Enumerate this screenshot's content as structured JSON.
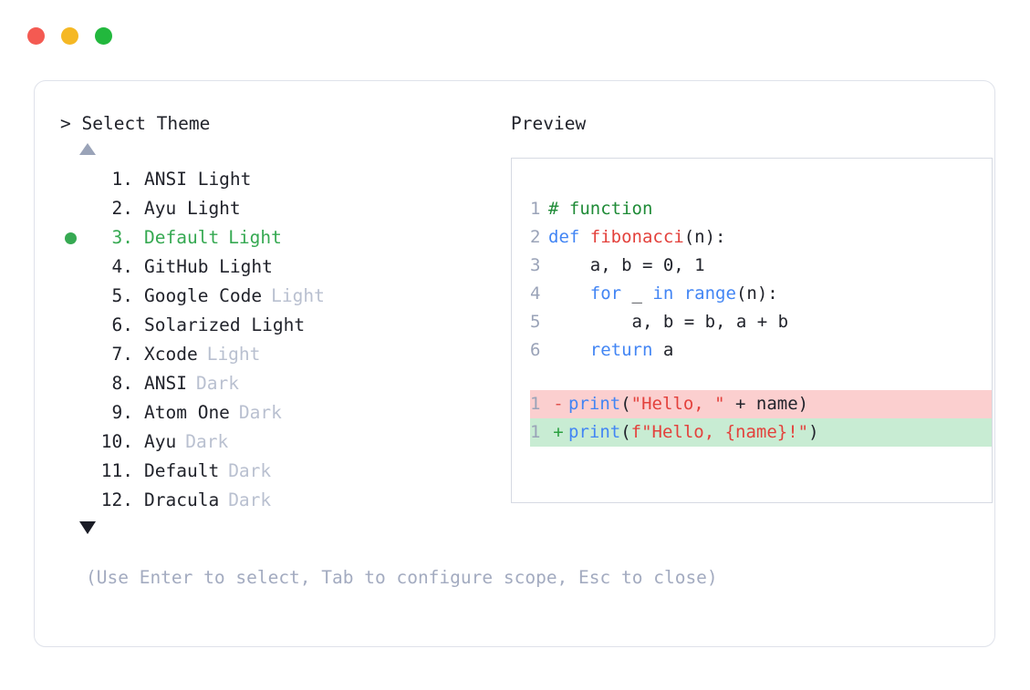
{
  "window": {
    "traffic_lights": [
      {
        "name": "close-button",
        "color": "#f45a52"
      },
      {
        "name": "minimize-button",
        "color": "#f5b824"
      },
      {
        "name": "maximize-button",
        "color": "#22b83d"
      }
    ]
  },
  "prompt": {
    "caret": ">",
    "title": "Select Theme"
  },
  "scroll": {
    "up_glyph": "▲",
    "down_glyph": "▼",
    "up_active": false,
    "down_active": true
  },
  "list": {
    "selected_index": 3,
    "selected_color": "#36a952",
    "bullet_glyph": "●",
    "items": [
      {
        "index": "1.",
        "name": "ANSI Light",
        "tag": "",
        "selected": false
      },
      {
        "index": "2.",
        "name": "Ayu Light",
        "tag": "",
        "selected": false
      },
      {
        "index": "3.",
        "name": "Default",
        "tag": "Light",
        "selected": true
      },
      {
        "index": "4.",
        "name": "GitHub Light",
        "tag": "",
        "selected": false
      },
      {
        "index": "5.",
        "name": "Google Code",
        "tag": "Light",
        "selected": false
      },
      {
        "index": "6.",
        "name": "Solarized Light",
        "tag": "",
        "selected": false
      },
      {
        "index": "7.",
        "name": "Xcode",
        "tag": "Light",
        "selected": false
      },
      {
        "index": "8.",
        "name": "ANSI",
        "tag": "Dark",
        "selected": false
      },
      {
        "index": "9.",
        "name": "Atom One",
        "tag": "Dark",
        "selected": false
      },
      {
        "index": "10.",
        "name": "Ayu",
        "tag": "Dark",
        "selected": false
      },
      {
        "index": "11.",
        "name": "Default",
        "tag": "Dark",
        "selected": false
      },
      {
        "index": "12.",
        "name": "Dracula",
        "tag": "Dark",
        "selected": false
      }
    ]
  },
  "preview": {
    "label": "Preview",
    "code": [
      {
        "ln": "1",
        "tokens": [
          {
            "t": "# function",
            "c": "com"
          }
        ]
      },
      {
        "ln": "2",
        "tokens": [
          {
            "t": "def ",
            "c": "kw"
          },
          {
            "t": "fibonacci",
            "c": "fn"
          },
          {
            "t": "(n):",
            "c": "plain"
          }
        ]
      },
      {
        "ln": "3",
        "tokens": [
          {
            "t": "    a, b = 0, 1",
            "c": "plain"
          }
        ]
      },
      {
        "ln": "4",
        "tokens": [
          {
            "t": "    ",
            "c": "plain"
          },
          {
            "t": "for",
            "c": "kw"
          },
          {
            "t": " _ ",
            "c": "plain"
          },
          {
            "t": "in range",
            "c": "kw"
          },
          {
            "t": "(n):",
            "c": "plain"
          }
        ]
      },
      {
        "ln": "5",
        "tokens": [
          {
            "t": "        a, b = b, a + b",
            "c": "plain"
          }
        ]
      },
      {
        "ln": "6",
        "tokens": [
          {
            "t": "    ",
            "c": "plain"
          },
          {
            "t": "return",
            "c": "kw"
          },
          {
            "t": " a",
            "c": "plain"
          }
        ]
      }
    ],
    "diff": [
      {
        "ln": "1",
        "sign": "-",
        "kind": "del",
        "tokens": [
          {
            "t": "print",
            "c": "kw"
          },
          {
            "t": "(",
            "c": "plain"
          },
          {
            "t": "\"Hello, \"",
            "c": "str"
          },
          {
            "t": " + name)",
            "c": "plain"
          }
        ]
      },
      {
        "ln": "1",
        "sign": "+",
        "kind": "add",
        "tokens": [
          {
            "t": "print",
            "c": "kw"
          },
          {
            "t": "(",
            "c": "plain"
          },
          {
            "t": "f\"Hello, {name}!\"",
            "c": "str"
          },
          {
            "t": ")",
            "c": "plain"
          }
        ]
      }
    ],
    "colors": {
      "comment": "#1f8b37",
      "keyword": "#4285f4",
      "function": "#e3413c",
      "string": "#e3413c",
      "plain": "#21232b",
      "linenumber": "#9aa3b8",
      "diff_del_bg": "#fbcfcf",
      "diff_add_bg": "#c8ecd3"
    }
  },
  "footer": {
    "hint": "(Use Enter to select, Tab to configure scope, Esc to close)"
  }
}
